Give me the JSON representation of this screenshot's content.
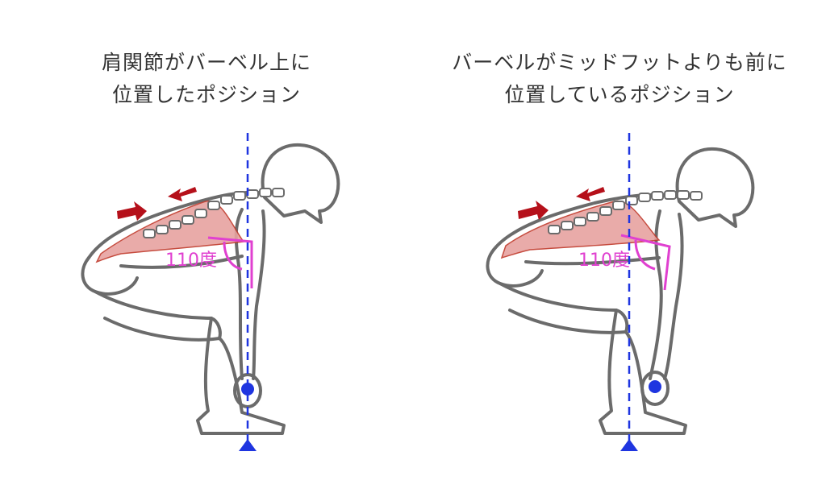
{
  "colors": {
    "body_outline": "#6b6b6b",
    "muscle_fill": "#e7a3a0",
    "muscle_stroke": "#c0392b",
    "arrow": "#b5101a",
    "angle": "#e040d0",
    "plumb_line": "#1f35e0",
    "barbell": "#1f35e0"
  },
  "panels": [
    {
      "title_line1": "肩関節がバーベル上に",
      "title_line2": "位置したポジション",
      "angle_label": "110度"
    },
    {
      "title_line1": "バーベルがミッドフットよりも前に",
      "title_line2": "位置しているポジション",
      "angle_label": "110度"
    }
  ]
}
